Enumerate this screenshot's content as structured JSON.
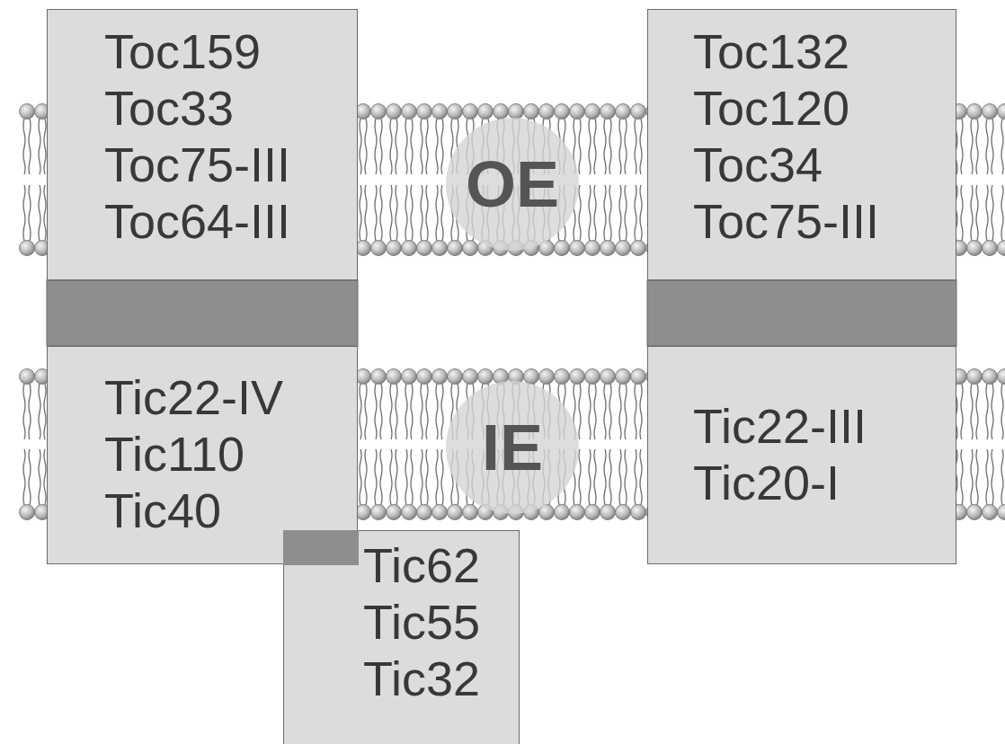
{
  "diagram": {
    "nodes": [
      {
        "text": [
          "Toc159",
          "Toc33",
          "Toc75-III",
          "Toc64-III"
        ]
      },
      {
        "text": [
          "OE"
        ]
      },
      {
        "text": [
          "Toc132",
          "Toc120",
          "Toc34",
          "Toc75-III"
        ]
      },
      {
        "text": [
          "Tic22-IV",
          "Tic110",
          "Tic40"
        ]
      },
      {
        "text": [
          "IE"
        ]
      },
      {
        "text": [
          "Tic22-III",
          "Tic20-I"
        ]
      },
      {
        "text": [
          "Tic62",
          "Tic55",
          "Tic32"
        ]
      }
    ]
  }
}
